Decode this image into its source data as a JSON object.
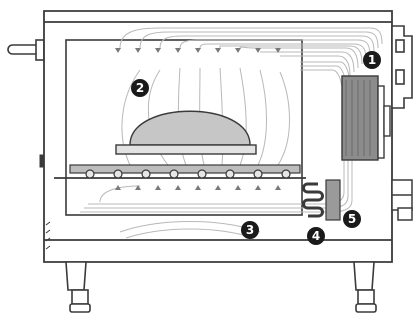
{
  "callouts": [
    "1",
    "2",
    "3",
    "4",
    "5"
  ],
  "colors": {
    "outline": "#3a3a3a",
    "cabinet_fill": "#ffffff",
    "airflow": "#b8b8b8",
    "element": "#888888",
    "belt_roller": "#cfcfcf",
    "callout_fill": "#1a1a1a",
    "callout_text": "#ffffff"
  },
  "icons": {
    "callout": "numbered-callout-badge",
    "down_arrow": "airflow-down-arrow",
    "up_arrow": "airflow-up-arrow"
  }
}
